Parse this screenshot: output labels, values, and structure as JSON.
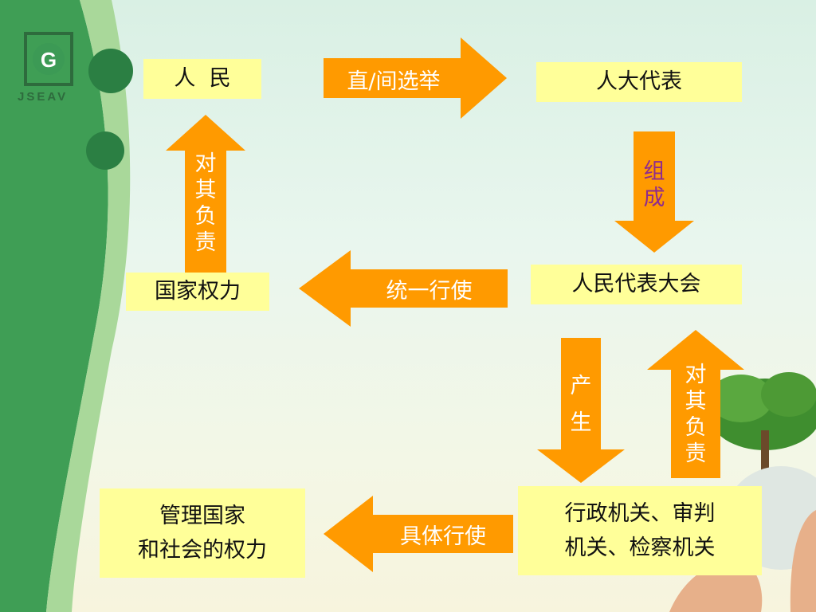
{
  "logo": {
    "text": "JSEAV",
    "icon": "jseav-logo-icon"
  },
  "colors": {
    "arrow": "#ff9a00",
    "box": "#ffff99",
    "accent_purple": "#8e2b8e",
    "brand_green": "#2b7f43"
  },
  "nodes": {
    "people": "人  民",
    "deputies": "人大代表",
    "state_power": "国家权力",
    "congress": "人民代表大会",
    "manage_power": [
      "管理国家",
      "和社会的权力"
    ],
    "organs": [
      "行政机关、审判",
      "机关、检察机关"
    ]
  },
  "arrows": {
    "election": "直/间选举",
    "compose": [
      "组",
      "成"
    ],
    "accountable_left": [
      "对",
      "其",
      "负",
      "责"
    ],
    "exercise_unified": "统一行使",
    "produce": [
      "产",
      "生"
    ],
    "accountable_right": [
      "对",
      "其",
      "负",
      "责"
    ],
    "exercise_specific": "具体行使"
  }
}
